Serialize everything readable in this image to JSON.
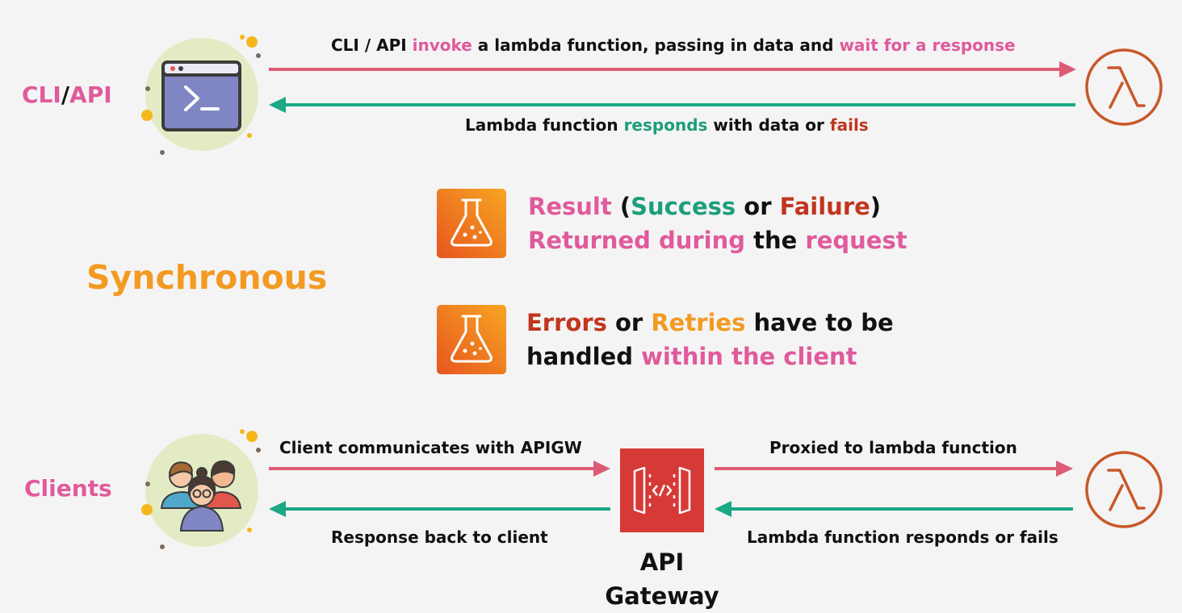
{
  "colors": {
    "pink": "#e05a9c",
    "green": "#1d9e7b",
    "red": "#c0361f",
    "orange": "#f39a22",
    "arrow_request": "#dc5c76",
    "arrow_response": "#1aa886",
    "lambda": "#c8582a",
    "apigw": "#d63a37"
  },
  "cli_row": {
    "label": {
      "part1": "CLI",
      "sep": "/",
      "part2": "API"
    },
    "icon": "terminal-icon",
    "request_caption": {
      "prefix": "CLI / API ",
      "invoke": "invoke",
      "middle": " a lambda function, passing in data and ",
      "wait": "wait for a response"
    },
    "response_caption": {
      "prefix": "Lambda function ",
      "responds": "responds",
      "middle": " with data or ",
      "fails": "fails"
    },
    "target_icon": "lambda-icon"
  },
  "sync_title": "Synchronous",
  "points": [
    {
      "icon": "flask-icon",
      "line1": {
        "result": "Result",
        "open": " (",
        "success": "Success",
        "or": " or ",
        "failure": "Failure",
        "close": ")"
      },
      "line2": {
        "returned": "Returned during",
        "the": " the ",
        "request": "request"
      }
    },
    {
      "icon": "flask-icon",
      "line1": {
        "errors": "Errors",
        "or": " or ",
        "retries": "Retries",
        "rest": " have to be"
      },
      "line2": {
        "handled": "handled ",
        "within": "within the client"
      }
    }
  ],
  "clients_row": {
    "label": "Clients",
    "icon": "people-icon",
    "to_gateway": "Client communicates with APIGW",
    "to_client": "Response back to client",
    "to_lambda": "Proxied to lambda function",
    "from_lambda": "Lambda function responds or fails",
    "gateway_icon": "api-gateway-icon",
    "gateway_label_line1": "API",
    "gateway_label_line2": "Gateway",
    "target_icon": "lambda-icon"
  }
}
